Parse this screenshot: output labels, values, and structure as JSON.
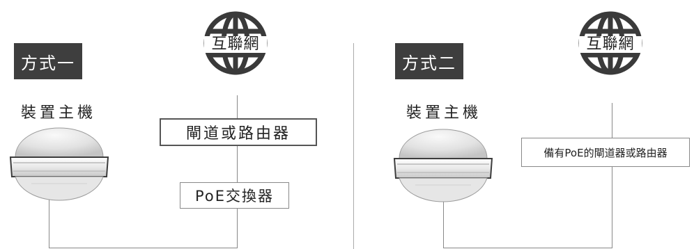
{
  "left_panel": {
    "method_label": "方式一",
    "device_label": "裝置主機",
    "internet_label": "互聯網",
    "router_label": "閘道或路由器",
    "switch_label": "PoE交換器"
  },
  "right_panel": {
    "method_label": "方式二",
    "device_label": "裝置主機",
    "internet_label": "互聯網",
    "poe_router_label": "備有PoE的閘道器或路由器"
  },
  "colors": {
    "badge_bg": "#3e3e3e",
    "line": "#888888",
    "text": "#222222"
  }
}
